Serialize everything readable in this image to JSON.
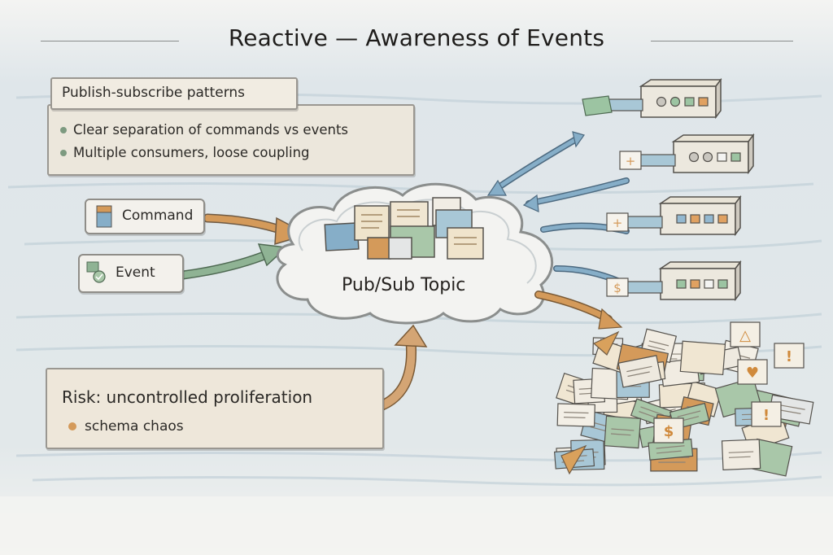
{
  "title": "Reactive — Awareness of Events",
  "patterns_card": {
    "heading": "Publish-subscribe patterns",
    "bullets": [
      "Clear separation of commands vs events",
      "Multiple consumers, loose coupling"
    ],
    "bullet_color": "#7d9a80"
  },
  "inputs": {
    "command": {
      "label": "Command",
      "icon": "command-message-icon",
      "arrow_color": "#d49a5a"
    },
    "event": {
      "label": "Event",
      "icon": "event-message-icon",
      "arrow_color": "#7fa583"
    }
  },
  "topic": {
    "label": "Pub/Sub Topic"
  },
  "consumers": [
    {
      "name": "consumer-1",
      "connector_badge": "envelope",
      "lights": [
        "gray",
        "green",
        "green",
        "orange"
      ],
      "arrow": "bidirectional"
    },
    {
      "name": "consumer-2",
      "connector_badge": "+",
      "lights": [
        "gray",
        "gray",
        "white",
        "green"
      ],
      "arrow": "to-topic"
    },
    {
      "name": "consumer-3",
      "connector_badge": "+",
      "lights": [
        "blue",
        "orange",
        "blue",
        "orange"
      ],
      "arrow": "from-topic"
    },
    {
      "name": "consumer-4",
      "connector_badge": "$",
      "lights": [
        "green",
        "orange",
        "white",
        "green"
      ],
      "arrow": "from-topic"
    }
  ],
  "risk_card": {
    "heading": "Risk: uncontrolled proliferation",
    "bullet": "schema chaos",
    "bullet_color": "#d49a5a"
  },
  "pile": {
    "symbols": [
      "!",
      "!",
      "♥",
      "$",
      "△"
    ]
  },
  "colors": {
    "orange": "#d49a5a",
    "green": "#8fb394",
    "blue": "#86aec8",
    "paper": "#f1ece2",
    "ink": "#2b2926"
  }
}
